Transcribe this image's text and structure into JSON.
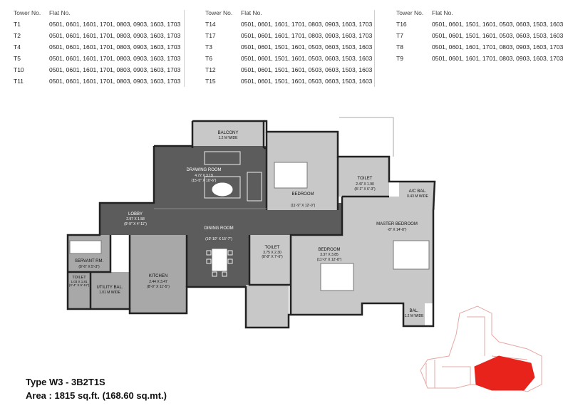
{
  "tables": [
    {
      "header_tower": "Tower No.",
      "header_flat": "Flat No.",
      "rows": [
        {
          "tower": "T1",
          "flats": "0501, 0601, 1601, 1701, 0803, 0903, 1603, 1703"
        },
        {
          "tower": "T2",
          "flats": "0501, 0601, 1601, 1701, 0803, 0903, 1603, 1703"
        },
        {
          "tower": "T4",
          "flats": "0501, 0601, 1601, 1701, 0803, 0903, 1603, 1703"
        },
        {
          "tower": "T5",
          "flats": "0501, 0601, 1601, 1701, 0803, 0903, 1603, 1703"
        },
        {
          "tower": "T10",
          "flats": "0501, 0601, 1601, 1701, 0803, 0903, 1603, 1703"
        },
        {
          "tower": "T11",
          "flats": "0501, 0601, 1601, 1701, 0803, 0903, 1603, 1703"
        }
      ]
    },
    {
      "header_tower": "Tower No.",
      "header_flat": "Flat No.",
      "rows": [
        {
          "tower": "T14",
          "flats": "0501, 0601, 1601, 1701, 0803, 0903, 1603, 1703"
        },
        {
          "tower": "T17",
          "flats": "0501, 0601, 1601, 1701, 0803, 0903, 1603, 1703"
        },
        {
          "tower": "T3",
          "flats": "0501, 0601, 1501, 1601, 0503, 0603, 1503, 1603"
        },
        {
          "tower": "T6",
          "flats": "0501, 0601, 1501, 1601, 0503, 0603, 1503, 1603"
        },
        {
          "tower": "T12",
          "flats": "0501, 0601, 1501, 1601, 0503, 0603, 1503, 1603"
        },
        {
          "tower": "T15",
          "flats": "0501, 0601, 1501, 1601, 0503, 0603, 1503, 1603"
        }
      ]
    },
    {
      "header_tower": "Tower No.",
      "header_flat": "Flat No.",
      "rows": [
        {
          "tower": "T16",
          "flats": "0501, 0601, 1501, 1601, 0503, 0603, 1503, 1603"
        },
        {
          "tower": "T7",
          "flats": "0501, 0601, 1501, 1601, 0503, 0603, 1503, 1603"
        },
        {
          "tower": "T8",
          "flats": "0501, 0601, 1601, 1701, 0803, 0903, 1603, 1703"
        },
        {
          "tower": "T9",
          "flats": "0501, 0601, 1601, 1701, 0803, 0903, 1603, 1703"
        }
      ]
    }
  ],
  "rooms": {
    "balcony": {
      "name": "BALCONY",
      "dim": "1.2 M WIDE"
    },
    "drawing": {
      "name": "DRAWING ROOM",
      "dim": "4.72 X 3.19",
      "dim2": "(15'-5\" X 10'-6\")"
    },
    "bedroom1": {
      "name": "BEDROOM",
      "dim": "(11'-9\" X 12'-0\")"
    },
    "toilet1": {
      "name": "TOILET",
      "dim": "2.47 X 1.90",
      "dim2": "(8'-1\" X 6'-3\")"
    },
    "acbal": {
      "name": "A/C BAL.",
      "dim": "0.43 M WIDE"
    },
    "lobby": {
      "name": "LOBBY",
      "dim": "2.97 X 1.58",
      "dim2": "(9'-9\" X 4'-11\")"
    },
    "dining": {
      "name": "DINING ROOM",
      "dim": "(10'-10\" X 15'-7\")"
    },
    "master": {
      "name": "MASTER BEDROOM",
      "dim": "-8\" X 14'-8\")"
    },
    "servant": {
      "name": "SERVANT RM.",
      "dim": "(8'-6\" X 5'-3\")"
    },
    "toilet2": {
      "name": "TOILET",
      "dim": "3.75 X 2.30",
      "dim2": "(8'-8\" X 7'-6\")"
    },
    "bedroom2": {
      "name": "BEDROOM",
      "dim": "3.37 X 3.85",
      "dim2": "(11'-0\" X 12'-8\")"
    },
    "toilet3": {
      "name": "TOILET",
      "dim": "1.03 X 1.81",
      "dim2": "(3'-4\" X 5'-11\")"
    },
    "utility": {
      "name": "UTILITY BAL.",
      "dim": "1.01 M WIDE"
    },
    "kitchen": {
      "name": "KITCHEN",
      "dim": "2.44 X 3.47",
      "dim2": "(8'-0\" X 11'-5\")"
    },
    "bal2": {
      "name": "BAL.",
      "dim": "1.2 M WIDE"
    }
  },
  "type_label": "Type W3 - 3B2T1S",
  "area_label": "Area : 1815 sq.ft. (168.60 sq.mt.)",
  "colors": {
    "dark": "#5c5c5c",
    "mid": "#a8a8a8",
    "light": "#c8c8c8",
    "wall": "#222222",
    "highlight": "#e8231c",
    "keyplan_lines": "#e6a9a5"
  }
}
